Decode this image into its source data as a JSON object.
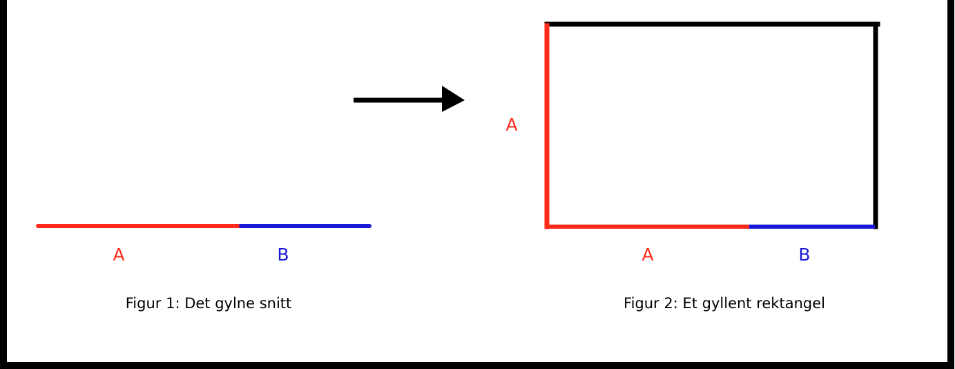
{
  "colors": {
    "segment_a": "#ff2a1a",
    "segment_b": "#1a1ad9",
    "outline": "#000000"
  },
  "figure1": {
    "label_a": "A",
    "label_b": "B",
    "caption": "Figur 1: Det gylne snitt"
  },
  "arrow": {
    "icon": "right-arrow-icon"
  },
  "figure2": {
    "side_label": "A",
    "label_a": "A",
    "label_b": "B",
    "caption": "Figur 2: Et gyllent rektangel"
  }
}
